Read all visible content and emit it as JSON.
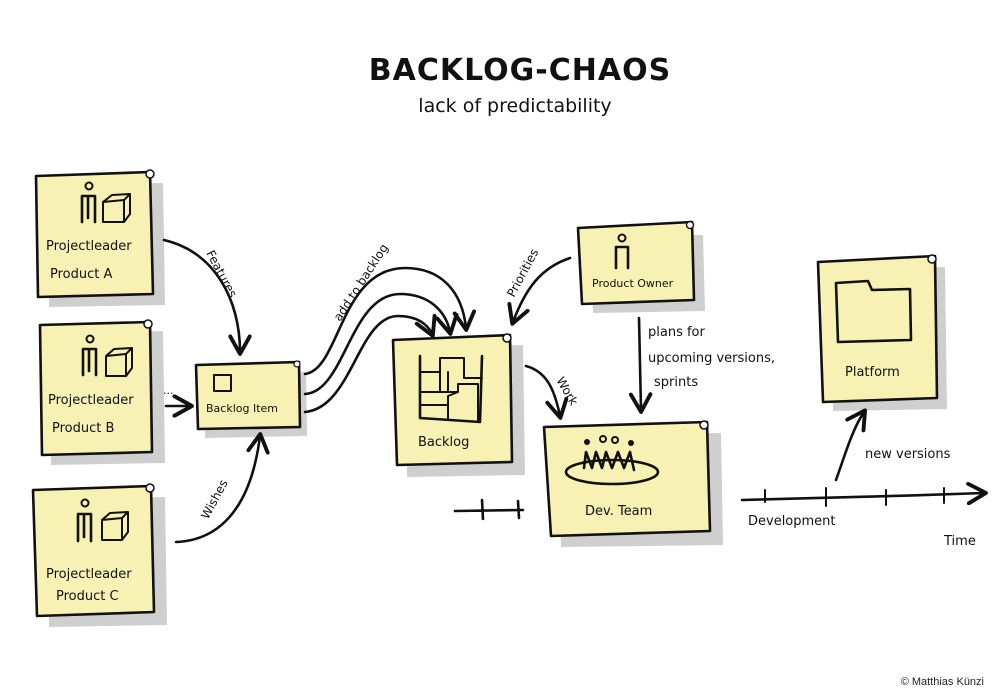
{
  "title": "BACKLOG-CHAOS",
  "subtitle": "lack of predictability",
  "notes": {
    "projectleader_a": {
      "line1": "Projectleader",
      "line2": "Product A"
    },
    "projectleader_b": {
      "line1": "Projectleader",
      "line2": "Product B"
    },
    "projectleader_c": {
      "line1": "Projectleader",
      "line2": "Product C"
    },
    "backlog_item": {
      "label": "Backlog Item"
    },
    "backlog": {
      "label": "Backlog"
    },
    "product_owner": {
      "label": "Product Owner"
    },
    "dev_team": {
      "label": "Dev. Team"
    },
    "platform": {
      "label": "Platform"
    }
  },
  "arrows": {
    "features": "Features",
    "wishes": "Wishes",
    "ellipsis": "...",
    "add_to_backlog": "add to backlog",
    "priorities": "Priorities",
    "work": "Work",
    "plans_line1": "plans for",
    "plans_line2": "upcoming versions,",
    "plans_line3": "sprints",
    "new_versions": "new versions"
  },
  "timeline": {
    "start_label": "Development",
    "end_label": "Time"
  },
  "colors": {
    "sticky_note": "#f7f2b4",
    "ink": "#111111",
    "shadow": "#cfcfcf"
  },
  "copyright": "© Matthias Künzi"
}
